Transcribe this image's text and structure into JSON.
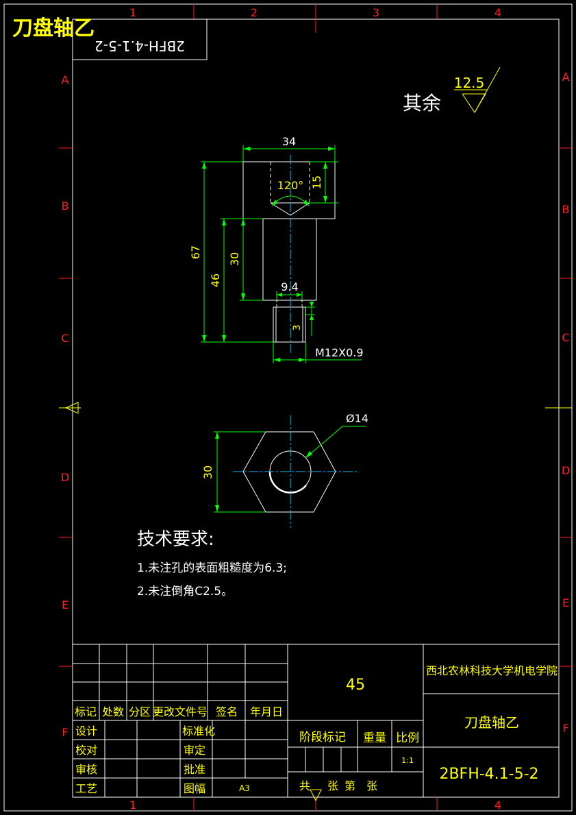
{
  "colors": {
    "background": "#000000",
    "line": "#ffffff",
    "dimension": "#00ff00",
    "centerline": "#00bfff",
    "zone_marks": "#ff2020",
    "text": "#ffff00"
  },
  "corner_title": "刀盘轴乙",
  "mirrored_code": "2BFH-4.1-5-2",
  "zones": {
    "columns": [
      "1",
      "2",
      "3",
      "4"
    ],
    "rows": [
      "A",
      "B",
      "C",
      "D",
      "E",
      "F"
    ]
  },
  "roughness": {
    "label": "其余",
    "value": "12.5"
  },
  "dimensions": {
    "top_width": "34",
    "counterbore_depth": "15",
    "cone_angle": "120°",
    "total_length": "67",
    "length_46": "46",
    "length_30": "30",
    "neck_dia": "9.4",
    "thread_len": "3",
    "thread": "M12X0.9",
    "hole_dia": "Ø14",
    "hex_size": "30"
  },
  "tech_requirements": {
    "title": "技术要求:",
    "items": [
      "1.未注孔的表面粗糙度为6.3;",
      "2.未注倒角C2.5。"
    ]
  },
  "title_block": {
    "material": "45",
    "school": "西北农林科技大学机电学院",
    "part_name": "刀盘轴乙",
    "drawing_no": "2BFH-4.1-5-2",
    "header_row": [
      "标记",
      "处数",
      "分区",
      "更改文件号",
      "签名",
      "年月日"
    ],
    "roles_left": [
      "设计",
      "校对",
      "审核",
      "工艺"
    ],
    "roles_mid": [
      "标准化",
      "审定",
      "批准",
      "图幅"
    ],
    "sheet_size": "A3",
    "stage_label": "阶段标记",
    "weight_label": "重量",
    "scale_label": "比例",
    "scale_value": "1:1",
    "sheets": [
      "共",
      "张",
      "第",
      "张"
    ]
  }
}
